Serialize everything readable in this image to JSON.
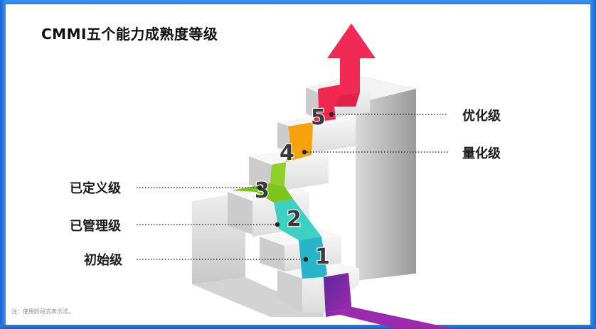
{
  "title": "CMMI五个能力成熟度等级",
  "note": "注：使用阶段式表示法。",
  "levels": [
    {
      "number": "1",
      "label": "初始级",
      "color": "#28b5c9"
    },
    {
      "number": "2",
      "label": "已管理级",
      "color": "#3fd0c4"
    },
    {
      "number": "3",
      "label": "已定义级",
      "color": "#7cc41e"
    },
    {
      "number": "4",
      "label": "量化级",
      "color": "#f6a20c"
    },
    {
      "number": "5",
      "label": "优化级",
      "color": "#f0284f"
    }
  ],
  "colors": {
    "arrow": "#f02a55",
    "base_path": "#8a2aa8",
    "stair_light": "#f2f2f2",
    "stair_shadow": "#bdbdbd",
    "frame": "#1f78e6"
  }
}
